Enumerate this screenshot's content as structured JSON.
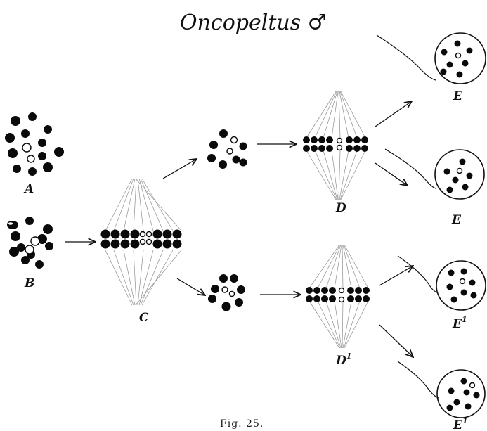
{
  "title": "Oncopeltus ♂",
  "caption": "Fig. 25.",
  "labels": {
    "A": "A",
    "B": "B",
    "C": "C",
    "D": "D",
    "D1": "D",
    "D1_sup": "1",
    "E_top": "E",
    "E_second": "E",
    "E1_first": "E",
    "E1_first_sup": "1",
    "E1_second": "E",
    "E1_second_sup": "1"
  }
}
